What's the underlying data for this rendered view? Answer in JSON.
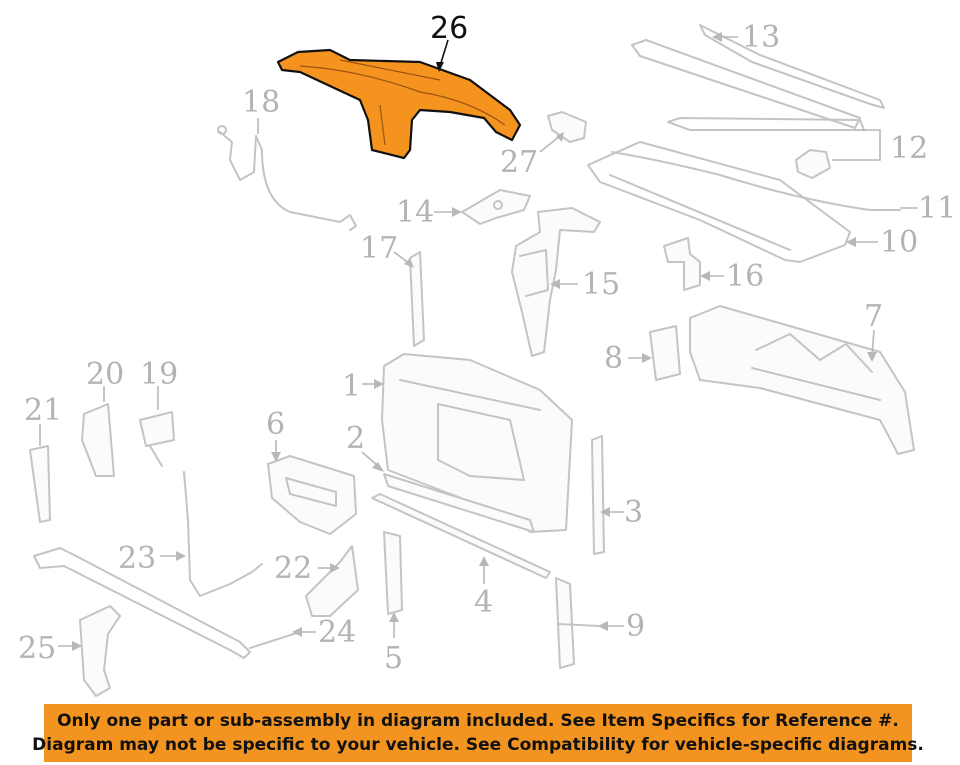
{
  "highlighted_part": {
    "callout": "26"
  },
  "callouts": {
    "c1": "1",
    "c2": "2",
    "c3": "3",
    "c4": "4",
    "c5": "5",
    "c6": "6",
    "c7": "7",
    "c8": "8",
    "c9": "9",
    "c10": "10",
    "c11": "11",
    "c12": "12",
    "c13": "13",
    "c14": "14",
    "c15": "15",
    "c16": "16",
    "c17": "17",
    "c18": "18",
    "c19": "19",
    "c20": "20",
    "c21": "21",
    "c22": "22",
    "c23": "23",
    "c24": "24",
    "c25": "25",
    "c27": "27"
  },
  "banner": {
    "line1": "Only one part or sub-assembly in diagram included. See Item Specifics for Reference #.",
    "line2": "Diagram may not be specific to your vehicle. See Compatibility for vehicle-specific diagrams."
  },
  "colors": {
    "highlight": "#f5931f",
    "banner": "#f39320",
    "linework": "#c4c4c4",
    "callout": "#b3b3b3"
  }
}
